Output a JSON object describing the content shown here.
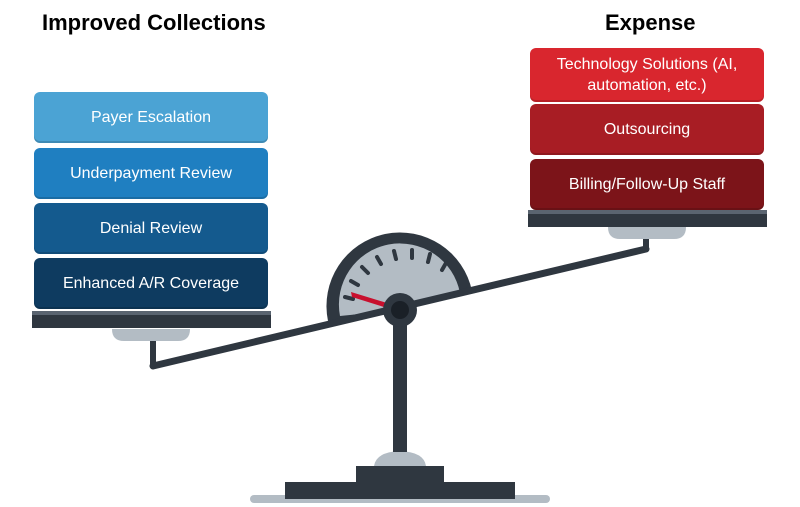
{
  "left_side": {
    "heading": "Improved Collections",
    "items": [
      {
        "label": "Payer Escalation",
        "color": "#4ba3d4"
      },
      {
        "label": "Underpayment Review",
        "color": "#1f7fc1"
      },
      {
        "label": "Denial Review",
        "color": "#145a8e"
      },
      {
        "label": "Enhanced A/R Coverage",
        "color": "#0e3b60"
      }
    ]
  },
  "right_side": {
    "heading": "Expense",
    "items": [
      {
        "label": "Technology Solutions (AI, automation, etc.)",
        "color": "#d9262e"
      },
      {
        "label": "Outsourcing",
        "color": "#a81d24"
      },
      {
        "label": "Billing/Follow-Up Staff",
        "color": "#7c1419"
      }
    ]
  },
  "colors": {
    "scale_dark": "#2f3740",
    "scale_light": "#b3bcc4",
    "gauge_needle": "#c8102e"
  }
}
